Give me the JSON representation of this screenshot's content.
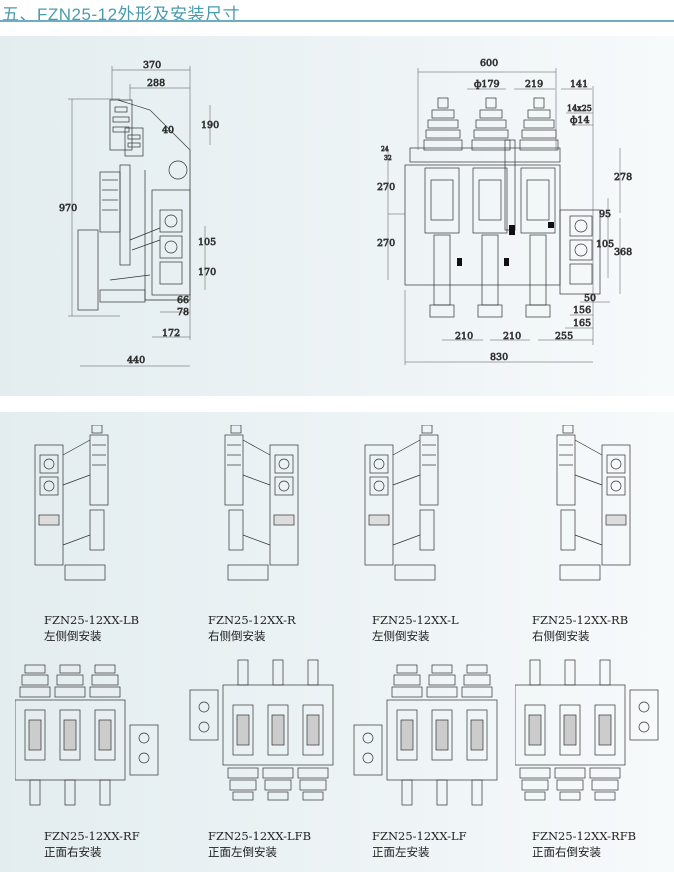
{
  "header": {
    "title": "五、FZN25-12外形及安装尺寸"
  },
  "side_view": {
    "dims": {
      "d370": "370",
      "d288": "288",
      "d190": "190",
      "d40": "40",
      "d970": "970",
      "d105": "105",
      "d170": "170",
      "d66": "66",
      "d78": "78",
      "d172": "172",
      "d440": "440"
    }
  },
  "front_view": {
    "dims": {
      "d600": "600",
      "d179": "ф179",
      "d219": "219",
      "d141": "141",
      "d14x25": "14x25",
      "d14": "ф14",
      "d24": "24",
      "d32": "32",
      "d270a": "270",
      "d270b": "270",
      "d278": "278",
      "d95": "95",
      "d105": "105",
      "d368": "368",
      "d50": "50",
      "d156": "156",
      "d165": "165",
      "d210a": "210",
      "d210b": "210",
      "d255": "255",
      "d830": "830"
    }
  },
  "variants": [
    {
      "model": "FZN25-12XX-LB",
      "desc": "左侧倒安装"
    },
    {
      "model": "FZN25-12XX-R",
      "desc": "右侧倒安装"
    },
    {
      "model": "FZN25-12XX-L",
      "desc": "左侧倒安装"
    },
    {
      "model": "FZN25-12XX-RB",
      "desc": "右侧倒安装"
    },
    {
      "model": "FZN25-12XX-RF",
      "desc": "正面右安装"
    },
    {
      "model": "FZN25-12XX-LFB",
      "desc": "正面左倒安装"
    },
    {
      "model": "FZN25-12XX-LF",
      "desc": "正面左安装"
    },
    {
      "model": "FZN25-12XX-RFB",
      "desc": "正面右倒安装"
    }
  ]
}
